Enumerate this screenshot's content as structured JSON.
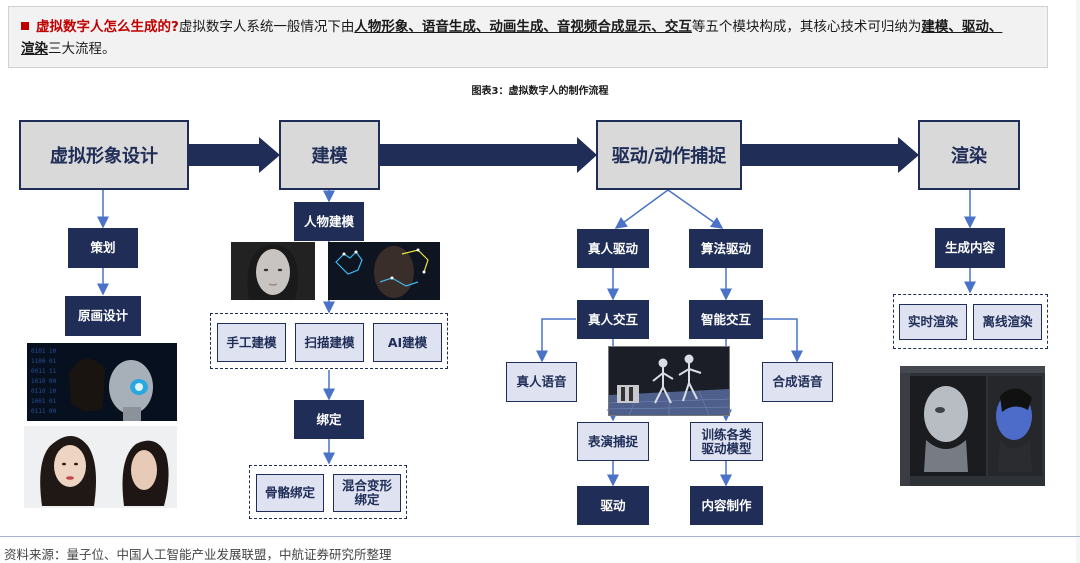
{
  "intro": {
    "question": "虚拟数字人怎么生成的?",
    "text1": "虚拟数字人系统一般情况下由",
    "modules": "人物形象、语音生成、动画生成、音视频合成显示、交互",
    "text2": "等五个模块构成，其核心技术可归纳为",
    "core1": "建模、驱动、",
    "core2": "渲染",
    "text3": "三大流程。"
  },
  "figure_title": "图表3：虚拟数字人的制作流程",
  "stages": [
    "虚拟形象设计",
    "建模",
    "驱动/动作捕捉",
    "渲染"
  ],
  "design": {
    "plan": "策划",
    "original": "原画设计"
  },
  "modeling": {
    "person": "人物建模",
    "methods": [
      "手工建模",
      "扫描建模",
      "AI建模"
    ],
    "bind": "绑定",
    "bind_methods": [
      "骨骼绑定",
      "混合变形绑定"
    ]
  },
  "drive": {
    "real": "真人驱动",
    "algo": "算法驱动",
    "real_interact": "真人交互",
    "smart_interact": "智能交互",
    "real_voice": "真人语音",
    "synth_voice": "合成语音",
    "capture": "表演捕捉",
    "train": "训练各类驱动模型",
    "drive_out": "驱动",
    "content": "内容制作"
  },
  "render": {
    "generate": "生成内容",
    "realtime": "实时渲染",
    "offline": "离线渲染"
  },
  "source": "资料来源：量子位、中国人工智能产业发展联盟，中航证券研究所整理",
  "colors": {
    "navy": "#1f2d57",
    "light_fill": "#dfe3f1",
    "stage_fill": "#d9d9d9",
    "accent": "#4a73c8",
    "red": "#c00000"
  }
}
